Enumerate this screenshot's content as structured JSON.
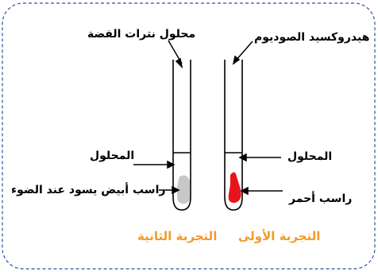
{
  "experiment1": {
    "reagent": "هيدروكسيد الصوديوم",
    "solution": "المحلول",
    "precipitate": "راسب أحمر",
    "caption": "التجربة الأولى",
    "precipitate_color": "#e8141c"
  },
  "experiment2": {
    "reagent": "محلول نترات الفضة",
    "solution": "المحلول",
    "precipitate": "راسب أبيض يسود عند الضوء",
    "caption": "التجربة الثانية",
    "precipitate_color": "#c8c8c8"
  },
  "colors": {
    "frame_border": "#2f4fa8",
    "caption": "#f39a2a"
  }
}
